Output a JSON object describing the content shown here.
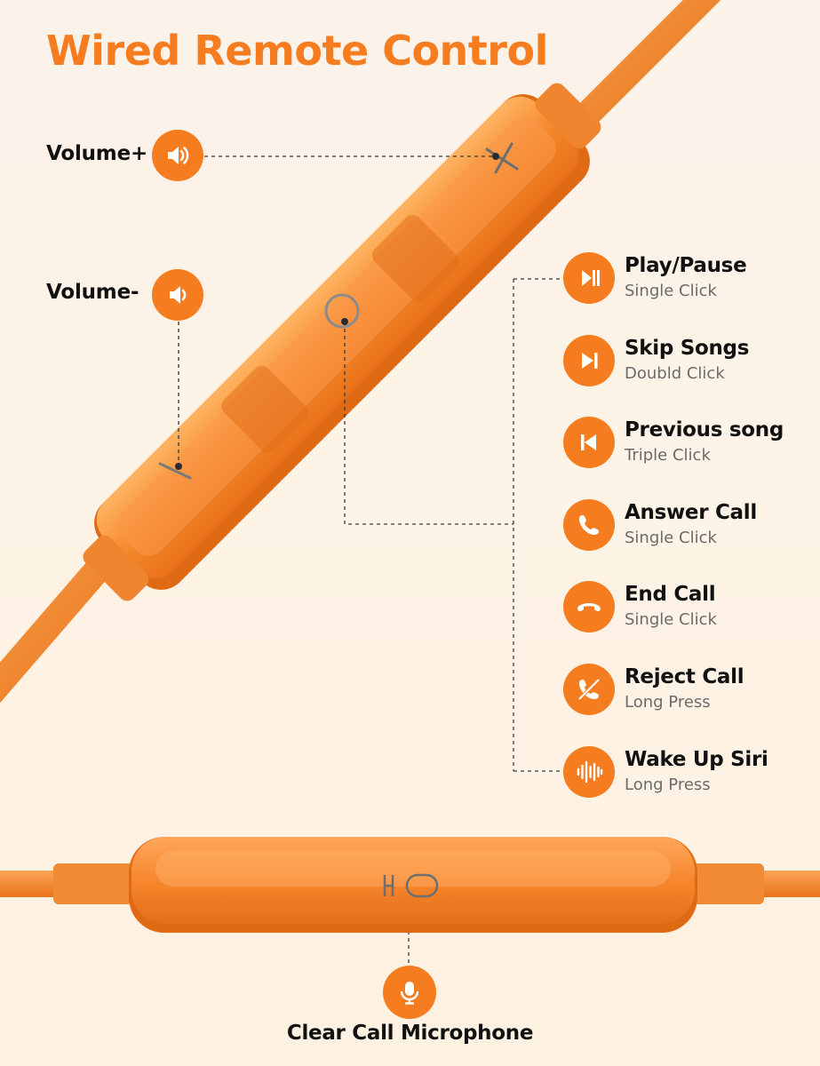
{
  "title": "Wired Remote Control",
  "volume_plus": {
    "label": "Volume+",
    "icon": "speaker-loud-icon"
  },
  "volume_minus": {
    "label": "Volume-",
    "icon": "speaker-quiet-icon"
  },
  "functions": [
    {
      "name": "Play/Pause",
      "action": "Single Click",
      "icon": "play-pause-icon"
    },
    {
      "name": "Skip Songs",
      "action": "Doubld Click",
      "icon": "skip-next-icon"
    },
    {
      "name": "Previous song",
      "action": "Triple Click",
      "icon": "skip-previous-icon"
    },
    {
      "name": "Answer Call",
      "action": "Single Click",
      "icon": "phone-icon"
    },
    {
      "name": "End Call",
      "action": "Single Click",
      "icon": "phone-hangup-icon"
    },
    {
      "name": "Reject Call",
      "action": "Long Press",
      "icon": "phone-reject-icon"
    },
    {
      "name": "Wake Up Siri",
      "action": "Long Press",
      "icon": "voice-wave-icon"
    }
  ],
  "microphone": {
    "label": "Clear Call Microphone",
    "icon": "microphone-icon"
  },
  "colors": {
    "accent": "#f57d1f",
    "text": "#111111",
    "subtext": "#6b6b6b"
  }
}
